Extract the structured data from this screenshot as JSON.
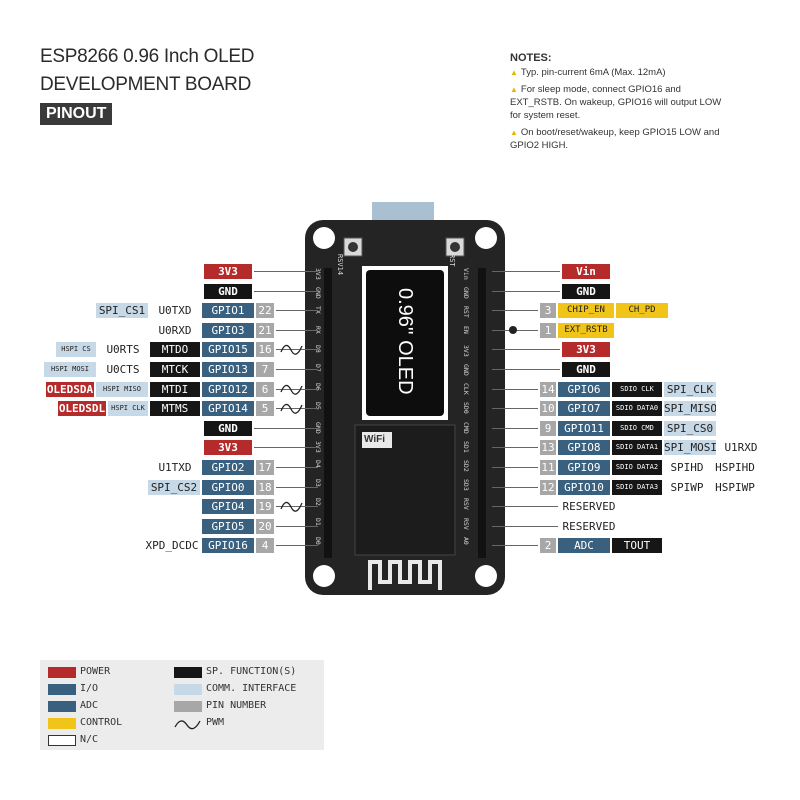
{
  "title": {
    "line1": "ESP8266 0.96 Inch OLED",
    "line2": "DEVELOPMENT BOARD",
    "badge": "PINOUT"
  },
  "notes": {
    "heading": "NOTES:",
    "items": [
      "Typ. pin-current 6mA (Max. 12mA)",
      "For sleep mode, connect GPIO16 and EXT_RSTB. On wakeup, GPIO16 will output LOW for system reset.",
      "On boot/reset/wakeup, keep GPIO15 LOW and GPIO2 HIGH."
    ]
  },
  "board": {
    "oled_label": "0.96'' OLED",
    "button_left": "RSV14",
    "button_right": "RST",
    "module_brand": "WiFi",
    "left_header_pins": [
      "3V3",
      "GND",
      "TX",
      "RX",
      "D8",
      "D7",
      "D6",
      "D5",
      "GND",
      "3V3",
      "D4",
      "D3",
      "D2",
      "D1",
      "D0"
    ],
    "right_header_pins": [
      "Vin",
      "GND",
      "RST",
      "EN",
      "3V3",
      "GND",
      "CLK",
      "SD0",
      "CMD",
      "SD1",
      "SD2",
      "SD3",
      "RSV",
      "RSV",
      "A0"
    ]
  },
  "left_rows": [
    {
      "cells": [
        {
          "t": "3V3",
          "c": "power"
        }
      ]
    },
    {
      "cells": [
        {
          "t": "GND",
          "c": "gnd"
        }
      ]
    },
    {
      "cells": [
        {
          "t": "SPI_CS1",
          "c": "comm"
        },
        {
          "t": "U0TXD",
          "c": "nc"
        },
        {
          "t": "GPIO1",
          "c": "io"
        },
        {
          "t": "22",
          "c": "pinnum"
        }
      ]
    },
    {
      "cells": [
        {
          "t": "U0RXD",
          "c": "nc"
        },
        {
          "t": "GPIO3",
          "c": "io"
        },
        {
          "t": "21",
          "c": "pinnum"
        }
      ]
    },
    {
      "pwm": true,
      "cells": [
        {
          "t": "HSPI CS",
          "c": "comm"
        },
        {
          "t": "U0RTS",
          "c": "nc"
        },
        {
          "t": "MTDO",
          "c": "spf"
        },
        {
          "t": "GPIO15",
          "c": "io"
        },
        {
          "t": "16",
          "c": "pinnum"
        }
      ]
    },
    {
      "cells": [
        {
          "t": "HSPI MOSI",
          "c": "comm"
        },
        {
          "t": "U0CTS",
          "c": "nc"
        },
        {
          "t": "MTCK",
          "c": "spf"
        },
        {
          "t": "GPIO13",
          "c": "io"
        },
        {
          "t": "7",
          "c": "pinnum"
        }
      ]
    },
    {
      "pwm": true,
      "cells": [
        {
          "t": "OLEDSDA",
          "c": "power"
        },
        {
          "t": "HSPI MISO",
          "c": "comm"
        },
        {
          "t": "MTDI",
          "c": "spf"
        },
        {
          "t": "GPIO12",
          "c": "io"
        },
        {
          "t": "6",
          "c": "pinnum"
        }
      ]
    },
    {
      "pwm": true,
      "cells": [
        {
          "t": "OLEDSDL",
          "c": "power"
        },
        {
          "t": "HSPI CLK",
          "c": "comm"
        },
        {
          "t": "MTMS",
          "c": "spf"
        },
        {
          "t": "GPIO14",
          "c": "io"
        },
        {
          "t": "5",
          "c": "pinnum"
        }
      ]
    },
    {
      "cells": [
        {
          "t": "GND",
          "c": "gnd"
        }
      ]
    },
    {
      "cells": [
        {
          "t": "3V3",
          "c": "power"
        }
      ]
    },
    {
      "cells": [
        {
          "t": "U1TXD",
          "c": "nc"
        },
        {
          "t": "GPIO2",
          "c": "io"
        },
        {
          "t": "17",
          "c": "pinnum"
        }
      ]
    },
    {
      "cells": [
        {
          "t": "SPI_CS2",
          "c": "comm"
        },
        {
          "t": "GPIO0",
          "c": "io"
        },
        {
          "t": "18",
          "c": "pinnum"
        }
      ]
    },
    {
      "pwm": true,
      "cells": [
        {
          "t": "GPIO4",
          "c": "io"
        },
        {
          "t": "19",
          "c": "pinnum"
        }
      ]
    },
    {
      "cells": [
        {
          "t": "GPIO5",
          "c": "io"
        },
        {
          "t": "20",
          "c": "pinnum"
        }
      ]
    },
    {
      "cells": [
        {
          "t": "XPD_DCDC",
          "c": "nc"
        },
        {
          "t": "GPIO16",
          "c": "io"
        },
        {
          "t": "4",
          "c": "pinnum"
        }
      ]
    }
  ],
  "right_rows": [
    {
      "cells": [
        {
          "t": "Vin",
          "c": "power"
        }
      ]
    },
    {
      "cells": [
        {
          "t": "GND",
          "c": "gnd"
        }
      ]
    },
    {
      "cells": [
        {
          "t": "3",
          "c": "pinnum"
        },
        {
          "t": "CHIP_EN",
          "c": "control"
        },
        {
          "t": "CH_PD",
          "c": "control"
        }
      ]
    },
    {
      "dot": true,
      "cells": [
        {
          "t": "1",
          "c": "pinnum"
        },
        {
          "t": "EXT_RSTB",
          "c": "control"
        }
      ]
    },
    {
      "cells": [
        {
          "t": "3V3",
          "c": "power"
        }
      ]
    },
    {
      "cells": [
        {
          "t": "GND",
          "c": "gnd"
        }
      ]
    },
    {
      "cells": [
        {
          "t": "14",
          "c": "pinnum"
        },
        {
          "t": "GPIO6",
          "c": "io"
        },
        {
          "t": "SDIO CLK",
          "c": "spf"
        },
        {
          "t": "SPI_CLK",
          "c": "comm"
        }
      ]
    },
    {
      "cells": [
        {
          "t": "10",
          "c": "pinnum"
        },
        {
          "t": "GPIO7",
          "c": "io"
        },
        {
          "t": "SDIO DATA0",
          "c": "spf"
        },
        {
          "t": "SPI_MISO",
          "c": "comm"
        }
      ]
    },
    {
      "cells": [
        {
          "t": "9",
          "c": "pinnum"
        },
        {
          "t": "GPIO11",
          "c": "io"
        },
        {
          "t": "SDIO CMD",
          "c": "spf"
        },
        {
          "t": "SPI_CS0",
          "c": "comm"
        }
      ]
    },
    {
      "cells": [
        {
          "t": "13",
          "c": "pinnum"
        },
        {
          "t": "GPIO8",
          "c": "io"
        },
        {
          "t": "SDIO DATA1",
          "c": "spf"
        },
        {
          "t": "SPI_MOSI",
          "c": "comm"
        },
        {
          "t": "U1RXD",
          "c": "nc"
        }
      ]
    },
    {
      "cells": [
        {
          "t": "11",
          "c": "pinnum"
        },
        {
          "t": "GPIO9",
          "c": "io"
        },
        {
          "t": "SDIO DATA2",
          "c": "spf"
        },
        {
          "t": "SPIHD",
          "c": "nc"
        },
        {
          "t": "HSPIHD",
          "c": "nc"
        }
      ]
    },
    {
      "cells": [
        {
          "t": "12",
          "c": "pinnum"
        },
        {
          "t": "GPIO10",
          "c": "io"
        },
        {
          "t": "SDIO DATA3",
          "c": "spf"
        },
        {
          "t": "SPIWP",
          "c": "nc"
        },
        {
          "t": "HSPIWP",
          "c": "nc"
        }
      ]
    },
    {
      "cells": [
        {
          "t": "RESERVED",
          "c": "nc"
        }
      ]
    },
    {
      "cells": [
        {
          "t": "RESERVED",
          "c": "nc"
        }
      ]
    },
    {
      "cells": [
        {
          "t": "2",
          "c": "pinnum"
        },
        {
          "t": "ADC",
          "c": "adc"
        },
        {
          "t": "TOUT",
          "c": "spf"
        }
      ]
    }
  ],
  "legend": [
    {
      "label": "POWER",
      "c": "power"
    },
    {
      "label": "I/O",
      "c": "io"
    },
    {
      "label": "ADC",
      "c": "adc"
    },
    {
      "label": "CONTROL",
      "c": "control"
    },
    {
      "label": "N/C",
      "c": "nc"
    },
    {
      "label": "SP. FUNCTION(S)",
      "c": "spf"
    },
    {
      "label": "COMM. INTERFACE",
      "c": "comm"
    },
    {
      "label": "PIN NUMBER",
      "c": "pinnum"
    },
    {
      "label": "PWM",
      "c": "pwm"
    }
  ]
}
